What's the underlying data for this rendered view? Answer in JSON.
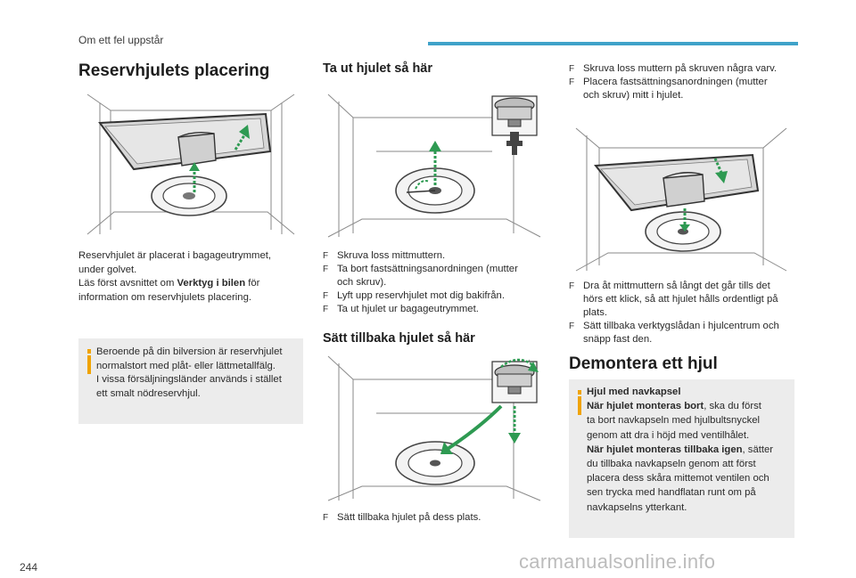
{
  "header": {
    "section": "Om ett fel uppstår"
  },
  "page_number": "244",
  "watermark": "carmanualsonline.info",
  "col1": {
    "title": "Reservhjulets placering",
    "body_lines": [
      "Reservhjulet är placerat i bagageutrymmet,",
      "under golvet."
    ],
    "body_pre": "Läs först avsnittet om ",
    "body_bold": "Verktyg i bilen",
    "body_post": " för",
    "body_last": "information om reservhjulets placering.",
    "info_lines": [
      "Beroende på din bilversion är reservhjulet",
      "normalstort med plåt- eller lättmetallfälg.",
      "I vissa försäljningsländer används i stället",
      "ett smalt nödreservhjul."
    ]
  },
  "col2": {
    "title_remove": "Ta ut hjulet så här",
    "steps_remove": [
      {
        "mark": "F",
        "lines": [
          "Skruva loss mittmuttern."
        ]
      },
      {
        "mark": "F",
        "lines": [
          "Ta bort fastsättningsanordningen (mutter",
          "och skruv)."
        ]
      },
      {
        "mark": "F",
        "lines": [
          "Lyft upp reservhjulet mot dig bakifrån."
        ]
      },
      {
        "mark": "F",
        "lines": [
          "Ta ut hjulet ur bagageutrymmet."
        ]
      }
    ],
    "title_refit": "Sätt tillbaka hjulet så här",
    "steps_refit": [
      {
        "mark": "F",
        "lines": [
          "Sätt tillbaka hjulet på dess plats."
        ]
      }
    ]
  },
  "col3": {
    "steps_top": [
      {
        "mark": "F",
        "lines": [
          "Skruva loss muttern på skruven några varv."
        ]
      },
      {
        "mark": "F",
        "lines": [
          "Placera fastsättningsanordningen (mutter",
          "och skruv) mitt i hjulet."
        ]
      }
    ],
    "steps_mid": [
      {
        "mark": "F",
        "lines": [
          "Dra åt mittmuttern så långt det går tills det",
          "hörs ett klick, så att hjulet hålls ordentligt på",
          "plats."
        ]
      },
      {
        "mark": "F",
        "lines": [
          "Sätt tillbaka verktygslådan i hjulcentrum och",
          "snäpp fast den."
        ]
      }
    ],
    "title_demount": "Demontera ett hjul",
    "info": {
      "heading": "Hjul med navkapsel",
      "l1_bold": "När hjulet monteras bort",
      "l1_rest": ", ska du först",
      "l2": "ta bort navkapseln med hjulbultsnyckel",
      "l3": "genom att dra i höjd med ventilhålet.",
      "l4_bold": "När hjulet monteras tillbaka igen",
      "l4_rest": ", sätter",
      "l5": "du tillbaka navkapseln genom att först",
      "l6": "placera dess skåra mittemot ventilen och",
      "l7": "sen trycka med handflatan runt om på",
      "l8": "navkapselns ytterkant."
    }
  },
  "colors": {
    "accent": "#3fa2c9",
    "info_bg": "#ececec",
    "info_icon": "#f0a300",
    "arrow": "#2e9a52"
  }
}
